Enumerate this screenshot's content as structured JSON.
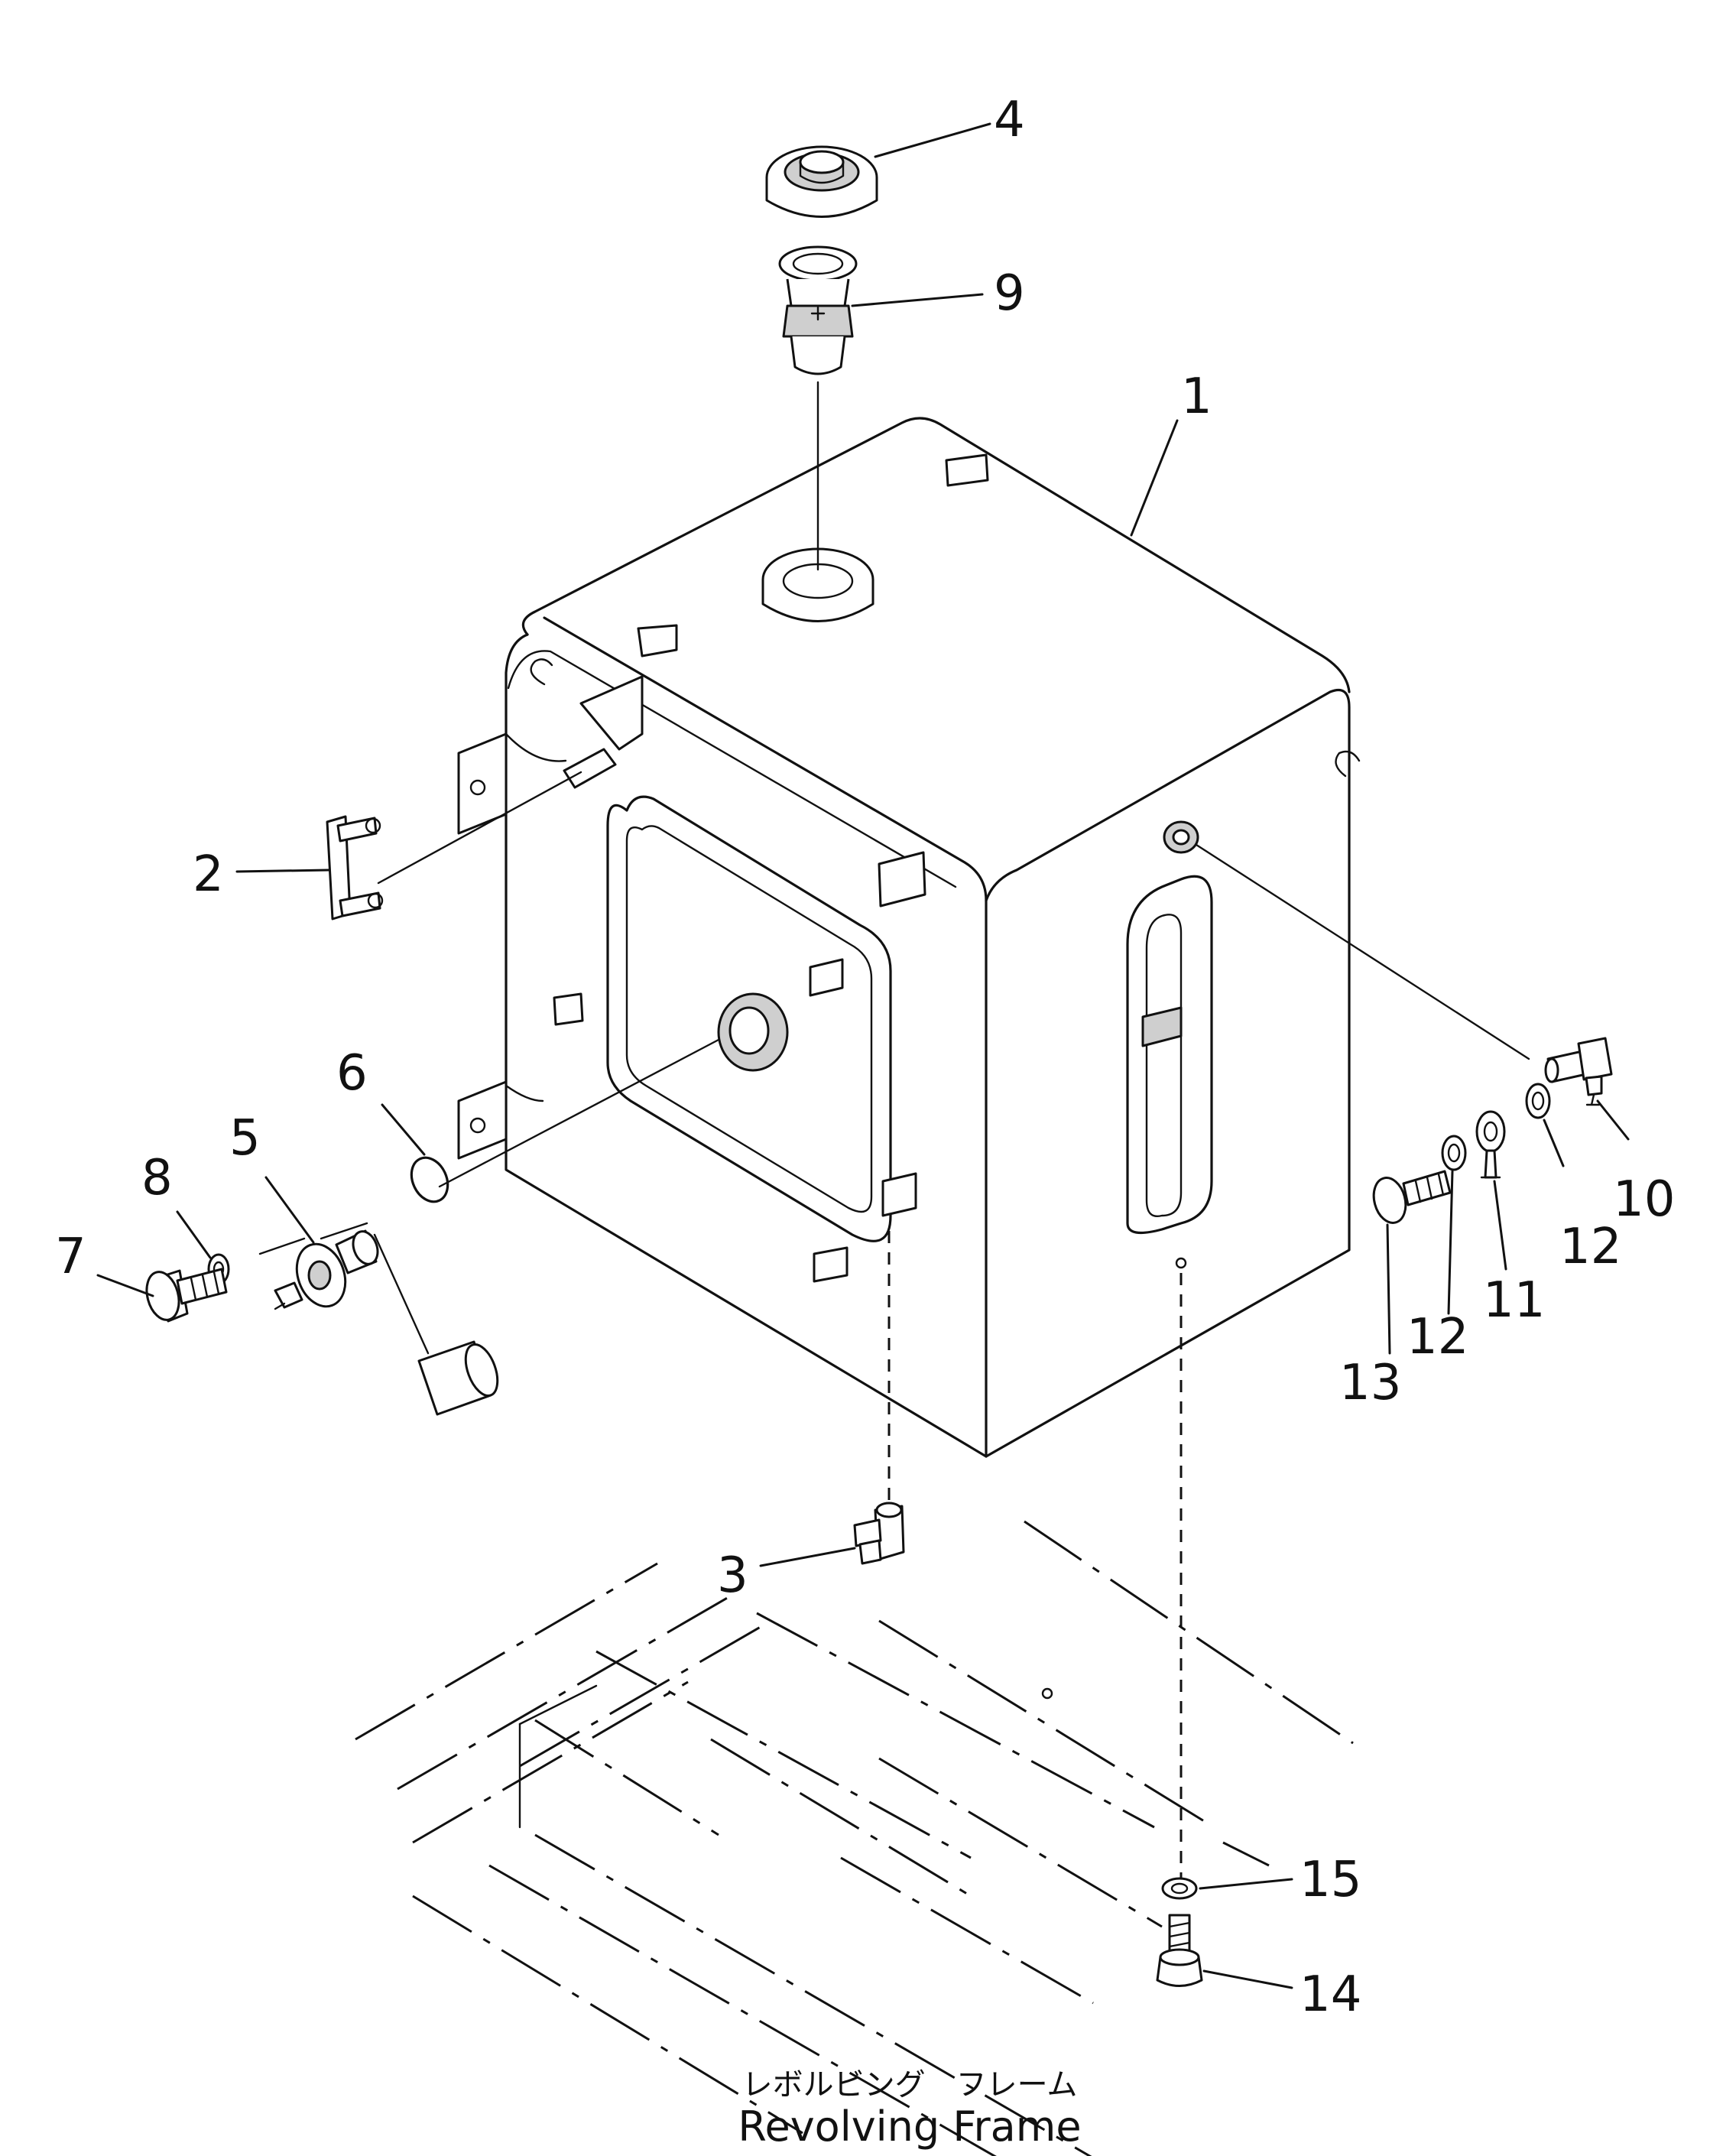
{
  "diagram": {
    "callouts": [
      "1",
      "2",
      "3",
      "4",
      "5",
      "6",
      "7",
      "8",
      "9",
      "10",
      "11",
      "12",
      "12",
      "13",
      "14",
      "15"
    ],
    "caption_jp": "レボルビング　フレーム",
    "caption_en": "Revolving Frame"
  },
  "parts": [
    {
      "id": "1",
      "name": "tank-body-icon"
    },
    {
      "id": "2",
      "name": "bracket-icon"
    },
    {
      "id": "3",
      "name": "drain-valve-icon"
    },
    {
      "id": "4",
      "name": "filler-cap-icon"
    },
    {
      "id": "5",
      "name": "level-gauge-icon"
    },
    {
      "id": "6",
      "name": "o-ring-icon"
    },
    {
      "id": "7",
      "name": "bolt-icon"
    },
    {
      "id": "8",
      "name": "washer-icon"
    },
    {
      "id": "9",
      "name": "strainer-icon"
    },
    {
      "id": "10",
      "name": "elbow-fitting-icon"
    },
    {
      "id": "11",
      "name": "eye-joint-icon"
    },
    {
      "id": "12",
      "name": "washer-icon"
    },
    {
      "id": "13",
      "name": "bolt-icon"
    },
    {
      "id": "14",
      "name": "bolt-icon"
    },
    {
      "id": "15",
      "name": "washer-icon"
    }
  ]
}
